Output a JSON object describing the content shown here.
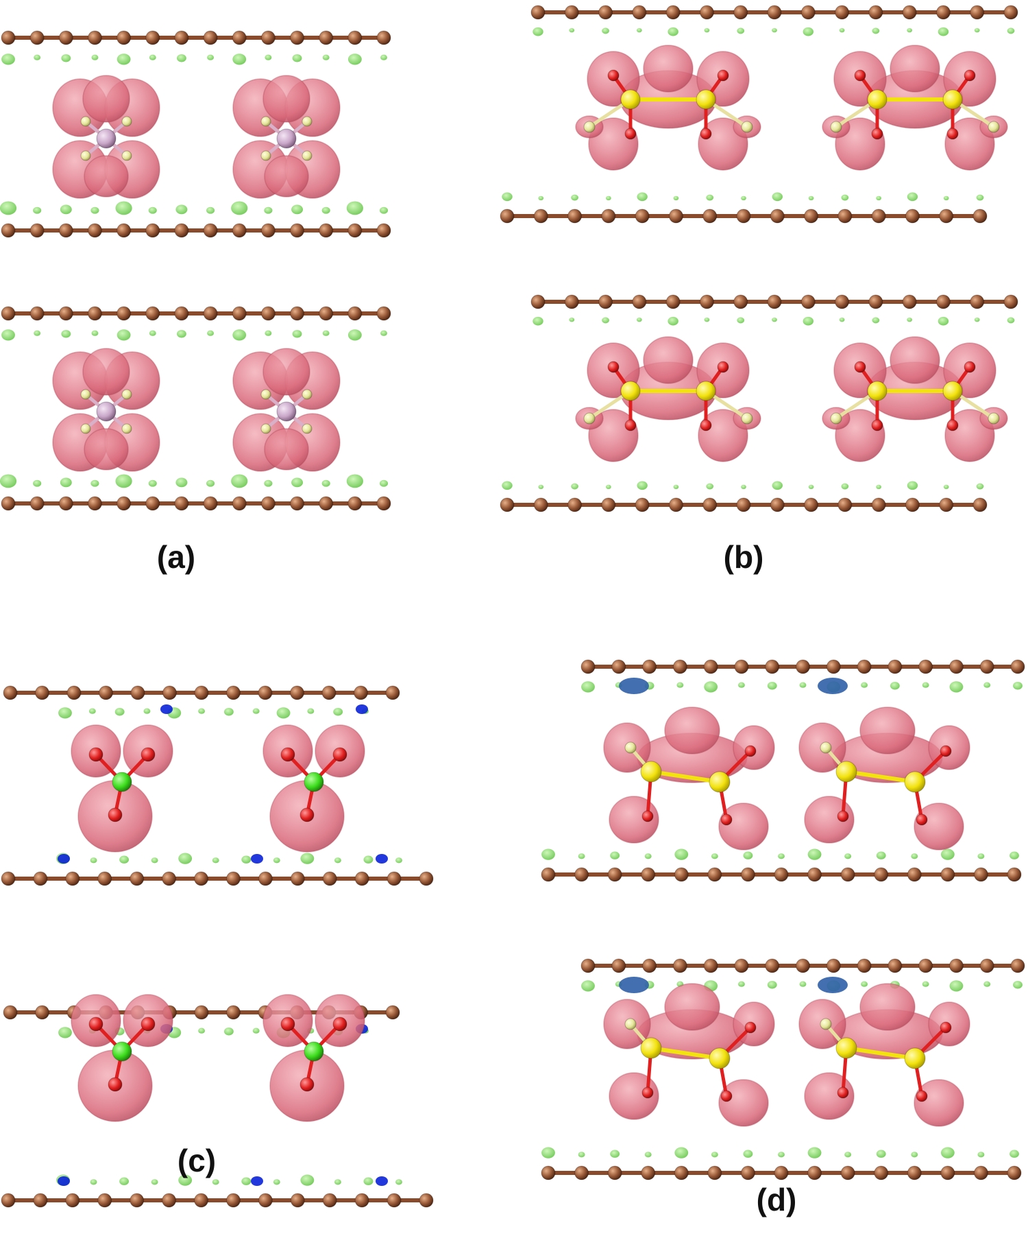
{
  "panels": [
    {
      "label": "(a)",
      "kind": "octahedral"
    },
    {
      "label": "(b)",
      "kind": "dimer-flat"
    },
    {
      "label": "(c)",
      "kind": "trigonal"
    },
    {
      "label": "(d)",
      "kind": "dimer-tilted"
    }
  ],
  "colors": {
    "carbon": "#9a5b39",
    "carbon_edge": "#5a2e16",
    "bond": "#8a4a2c",
    "charge_accumulation": "#d9687a",
    "charge_depletion": "#7fd460",
    "depletion_dark": "#2f5fa8",
    "depletion_blue": "#0a22d8",
    "oxygen": "#e02020",
    "metal_a": "#c8a6c8",
    "sulfur": "#f2e20e",
    "boron": "#3cdc1c",
    "fluorine": "#e6e69a"
  },
  "icons": [
    "carbon-atom",
    "isosurface-lobe",
    "oxygen-atom",
    "central-atom"
  ]
}
